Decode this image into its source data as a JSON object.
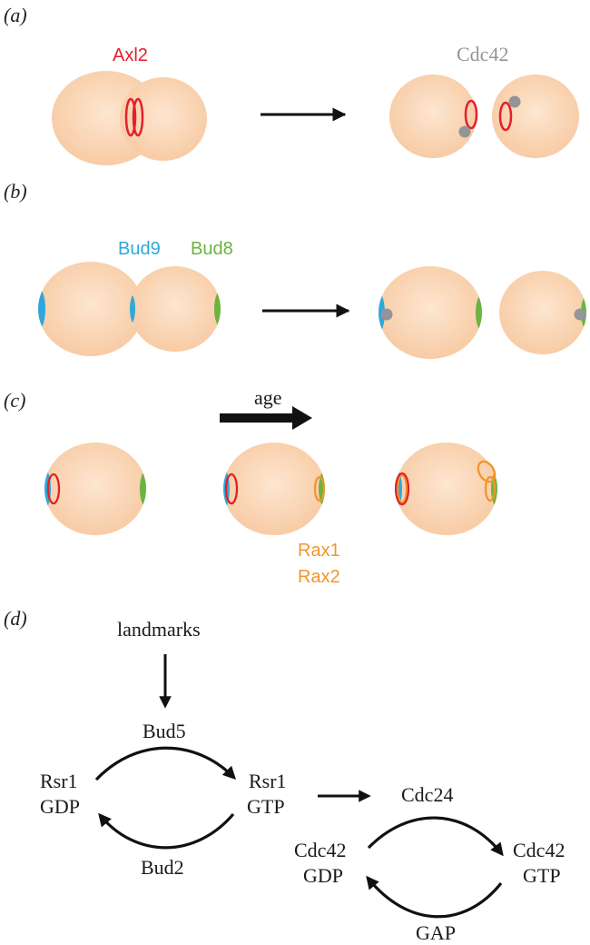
{
  "panels": {
    "a": {
      "label": "(a)",
      "protein_left": "Axl2",
      "protein_right": "Cdc42"
    },
    "b": {
      "label": "(b)",
      "protein_left": "Bud9",
      "protein_right": "Bud8"
    },
    "c": {
      "label": "(c)",
      "arrow_label": "age",
      "protein_line1": "Rax1",
      "protein_line2": "Rax2"
    },
    "d": {
      "label": "(d)",
      "landmarks": "landmarks",
      "bud5": "Bud5",
      "bud2": "Bud2",
      "rsr1_gdp_l1": "Rsr1",
      "rsr1_gdp_l2": "GDP",
      "rsr1_gtp_l1": "Rsr1",
      "rsr1_gtp_l2": "GTP",
      "cdc24": "Cdc24",
      "gap": "GAP",
      "cdc42_gdp_l1": "Cdc42",
      "cdc42_gdp_l2": "GDP",
      "cdc42_gtp_l1": "Cdc42",
      "cdc42_gtp_l2": "GTP"
    }
  },
  "colors": {
    "cell": "#f8cfa8",
    "cell_highlight": "#fde4cc",
    "axl2": "#e32028",
    "cdc42_marker": "#939598",
    "bud9": "#2ea8dc",
    "bud8": "#6ab43f",
    "rax": "#f0962d",
    "arrow": "#111111"
  }
}
